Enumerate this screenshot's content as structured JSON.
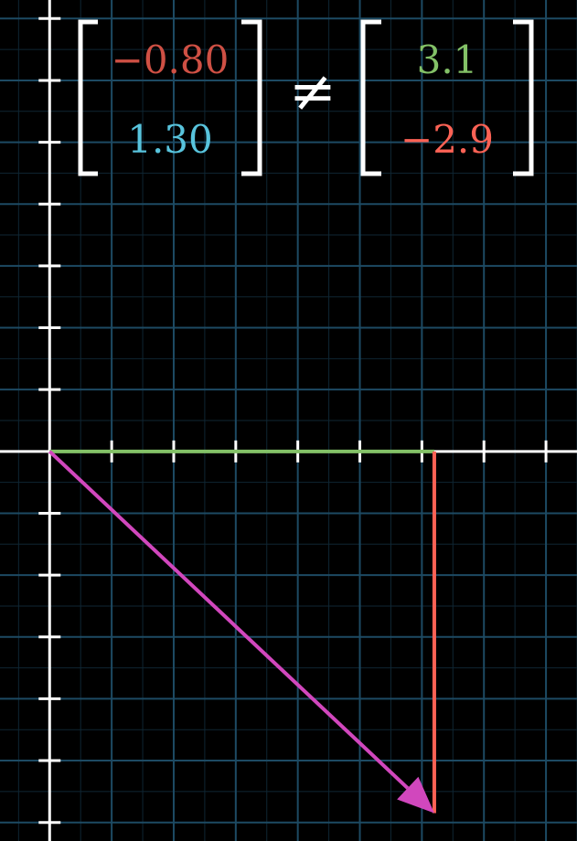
{
  "colors": {
    "background": "#000000",
    "grid_major": "#1d4a63",
    "grid_minor": "#0f2633",
    "axis": "#ffffff",
    "x_component": "#83c167",
    "y_component": "#fc6255",
    "vector": "#d147bd",
    "not_equal": "#ffffff",
    "bracket": "#ffffff",
    "entry_top_left": "#cf5044",
    "entry_bottom_left": "#58c4dd",
    "entry_top_right": "#83c167",
    "entry_bottom_right": "#fc6255"
  },
  "plane": {
    "x_range": [
      -0.8,
      8.5
    ],
    "y_range": [
      -6.3,
      7.3
    ],
    "tick_step": 1
  },
  "vector": {
    "x": 6.2,
    "y": -5.85
  },
  "left_vector": {
    "top": "−0.80",
    "bottom": "1.30"
  },
  "relation_symbol": "≠",
  "right_vector": {
    "top": "3.1",
    "bottom": "−2.9"
  }
}
